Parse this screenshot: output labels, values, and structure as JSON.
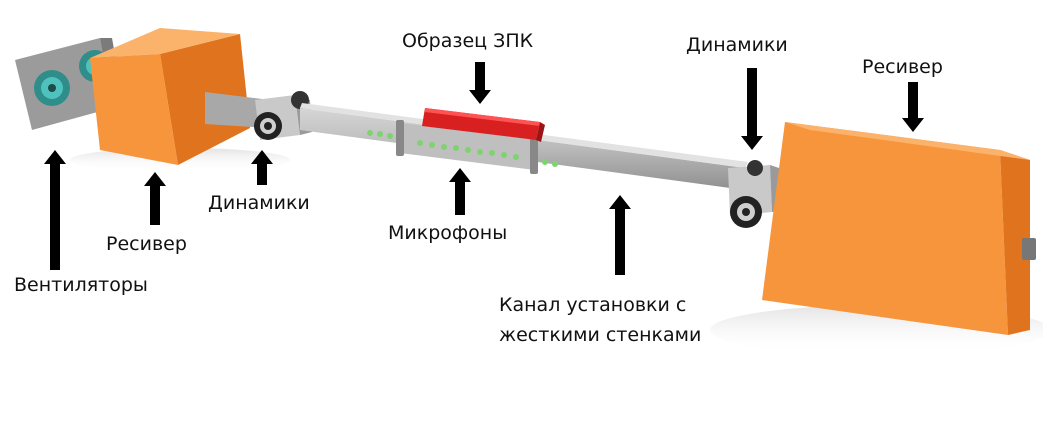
{
  "labels": {
    "fans": "Вентиляторы",
    "receiver_left": "Ресивер",
    "speakers_left": "Динамики",
    "sample": "Образец ЗПК",
    "microphones": "Микрофоны",
    "channel": "Канал установки с\nжесткими стенками",
    "speakers_right": "Динамики",
    "receiver_right": "Ресивер"
  },
  "colors": {
    "receiver_front": "#f7953d",
    "receiver_top": "#fbb26a",
    "receiver_side": "#e0731d",
    "duct": "#bcbcbc",
    "sample": "#d82020",
    "fan_ring": "#3aa7a3",
    "microphone": "#7fd36f",
    "arrow": "#000000"
  }
}
